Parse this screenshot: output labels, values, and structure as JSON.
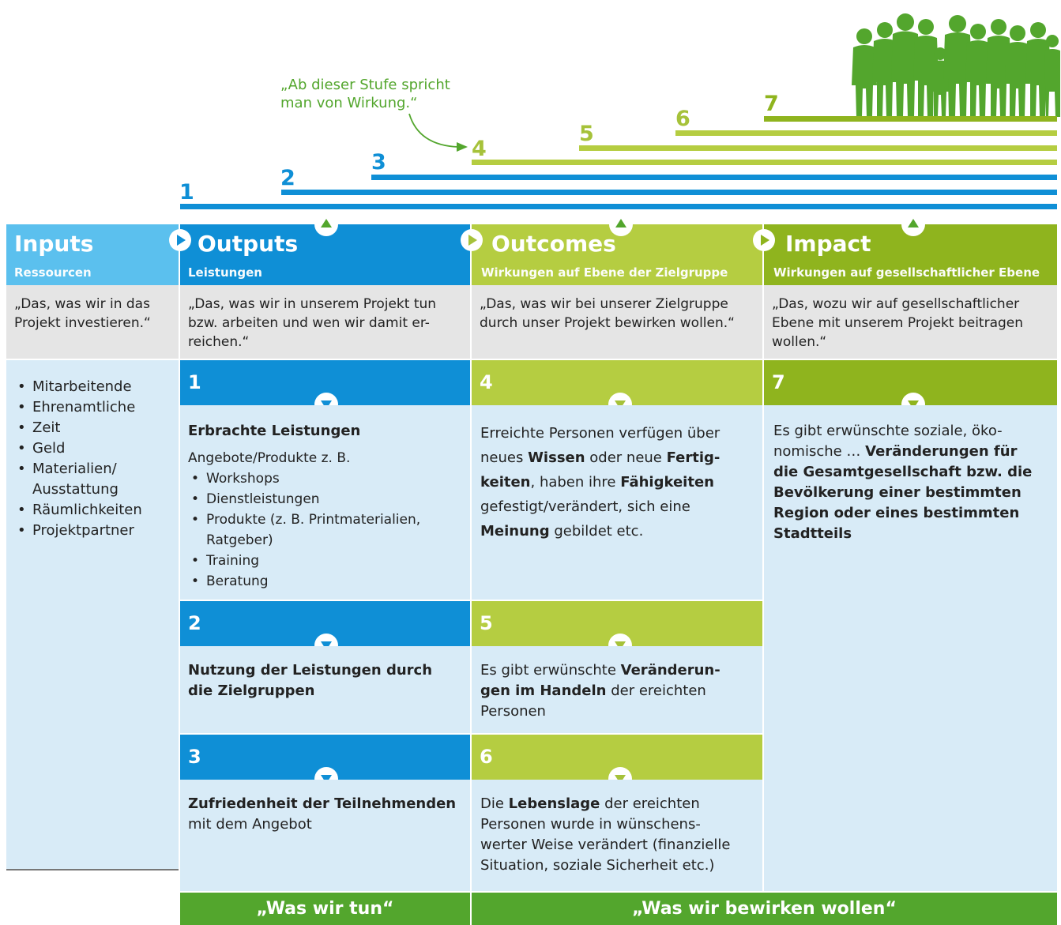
{
  "note": {
    "line1": "„Ab dieser Stufe spricht",
    "line2": "man von Wirkung.“"
  },
  "steps": [
    "1",
    "2",
    "3",
    "4",
    "5",
    "6",
    "7"
  ],
  "headers": {
    "inputs": {
      "title": "Inputs",
      "subtitle": "Ressourcen"
    },
    "outputs": {
      "title": "Outputs",
      "subtitle": "Leistungen"
    },
    "outcomes": {
      "title": "Outcomes",
      "subtitle": "Wirkungen auf Ebene der Zielgruppe"
    },
    "impact": {
      "title": "Impact",
      "subtitle": "Wirkungen auf gesellschaftlicher Ebene"
    }
  },
  "quotes": {
    "inputs": [
      "„Das, was wir in das",
      "Projekt investieren.“"
    ],
    "outputs": [
      "„Das, was wir in unserem Projekt tun",
      "bzw. arbeiten und wen wir damit er-",
      "reichen.“"
    ],
    "outcomes": [
      "„Das, was wir bei unserer Zielgruppe",
      "durch unser Projekt bewirken wollen.“"
    ],
    "impact": [
      "„Das, wozu wir auf gesellschaftlicher",
      "Ebene mit unserem Projekt beitragen",
      "wollen.“"
    ]
  },
  "inputs_list": [
    "Mitarbeitende",
    "Ehrenamtliche",
    "Zeit",
    "Geld",
    "Materialien/ Ausstattung",
    "Räumlichkeiten",
    "Projektpartner"
  ],
  "outputs": {
    "s1": {
      "num": "1",
      "heading": "Erbrachte Leistungen",
      "intro": "Angebote/Produkte z. B.",
      "items": [
        "Workshops",
        "Dienstleistungen",
        "Produkte (z. B. Printmaterialien, Ratgeber)",
        "Training",
        "Beratung"
      ]
    },
    "s2": {
      "num": "2",
      "line1": "Nutzung der Leistungen durch",
      "line2": "die Zielgruppen"
    },
    "s3": {
      "num": "3",
      "bold": "Zufriedenheit der Teilnehmenden",
      "rest": "mit dem Angebot"
    }
  },
  "outcomes": {
    "s4": {
      "num": "4",
      "t1": "Erreichte Personen verfügen über",
      "t2": "neues ",
      "b1": "Wissen",
      "t3": " oder neue ",
      "b2": "Fertig-",
      "b3": "keiten",
      "t4": ", haben ihre ",
      "b4": "Fähigkeiten",
      "t5": "gefestigt/verändert, sich eine",
      "b5": "Meinung",
      "t6": " gebildet etc."
    },
    "s5": {
      "num": "5",
      "t1": "Es gibt erwünschte ",
      "b1": "Veränderun-",
      "b2": "gen im Handeln",
      "t2": " der ereichten",
      "t3": "Personen"
    },
    "s6": {
      "num": "6",
      "t1": "Die ",
      "b1": "Lebenslage",
      "t2": " der ereichten",
      "t3": "Personen wurde in wünschens-",
      "t4": "werter Weise verändert (finanzielle",
      "t5": "Situation, soziale Sicherheit etc.)"
    }
  },
  "impact": {
    "s7": {
      "num": "7",
      "t1": "Es gibt erwünschte soziale, öko-",
      "t2": "nomische … ",
      "b1": "Veränderungen für",
      "b2": "die Gesamtgesellschaft bzw. die",
      "b3": "Bevölkerung einer bestimmten",
      "b4": "Region oder eines bestimmten",
      "b5": "Stadtteils"
    }
  },
  "footer": {
    "left": "„Was wir tun“",
    "right": "„Was wir bewirken wollen“"
  },
  "colors": {
    "blue": "#0f8fd6",
    "light_blue": "#5bc0ee",
    "lime": "#b5cd41",
    "dark_lime": "#8fb41e",
    "green": "#53a62d",
    "cell_bg": "#d8ebf7",
    "quote_bg": "#e5e5e5"
  }
}
